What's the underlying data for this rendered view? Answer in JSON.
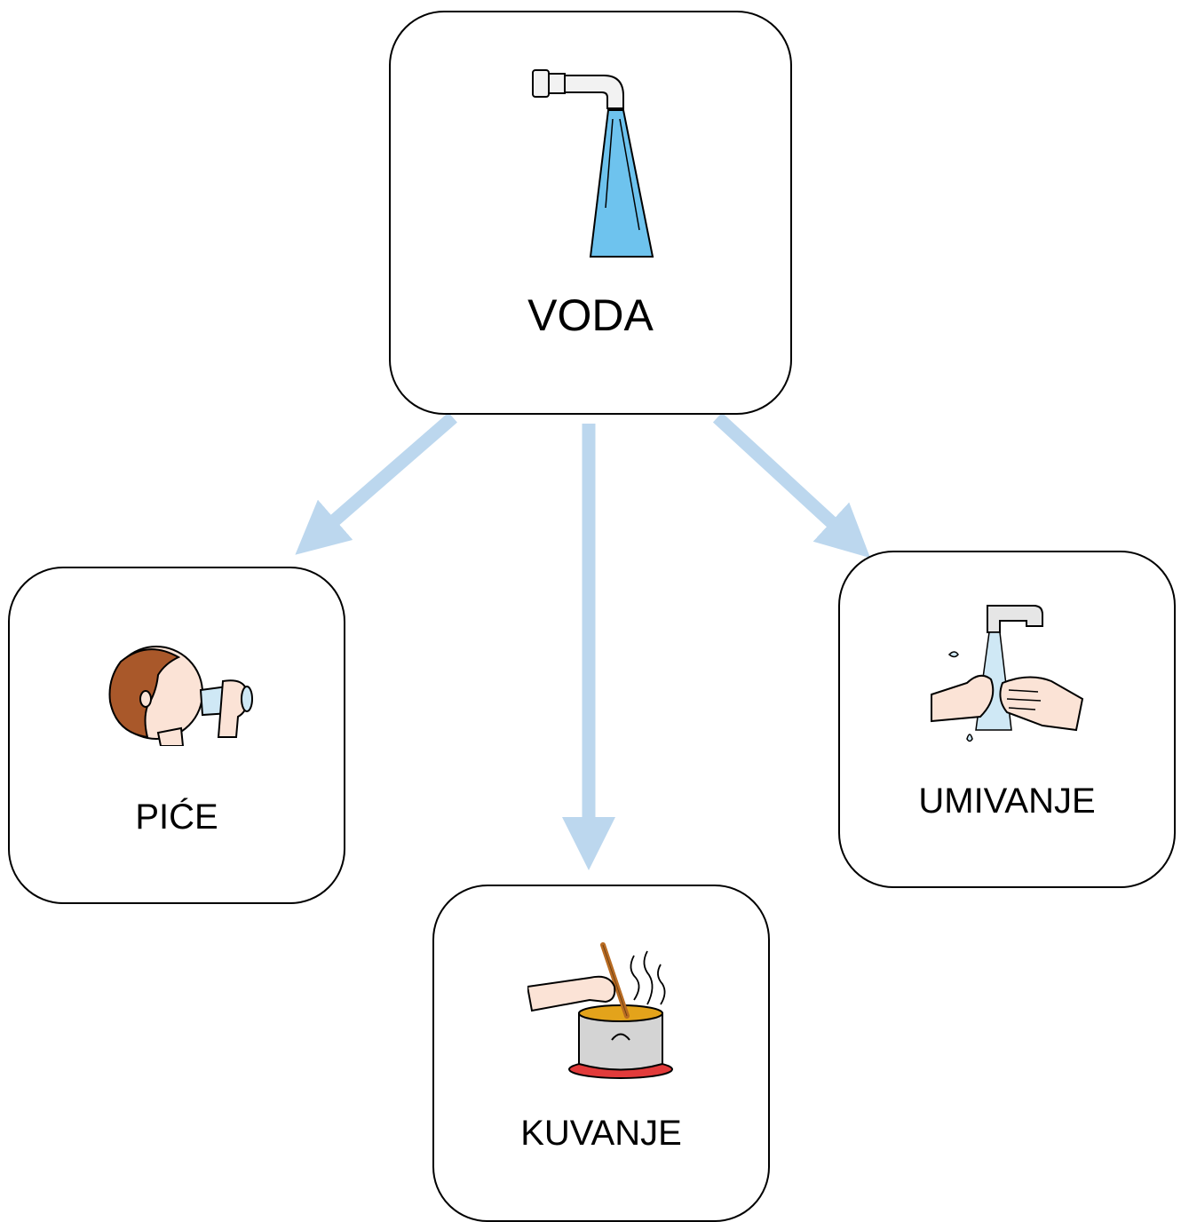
{
  "diagram": {
    "root": {
      "label": "VODA",
      "icon": "water-tap-icon"
    },
    "children": [
      {
        "label": "PIĆE",
        "icon": "drinking-icon"
      },
      {
        "label": "KUVANJE",
        "icon": "cooking-pot-icon"
      },
      {
        "label": "UMIVANJE",
        "icon": "hand-washing-icon"
      }
    ],
    "edges": [
      {
        "from": "VODA",
        "to": "PIĆE"
      },
      {
        "from": "VODA",
        "to": "KUVANJE"
      },
      {
        "from": "VODA",
        "to": "UMIVANJE"
      }
    ],
    "colors": {
      "arrow": "#bcd7ee",
      "border": "#000000",
      "water": "#6ec3ee"
    }
  }
}
